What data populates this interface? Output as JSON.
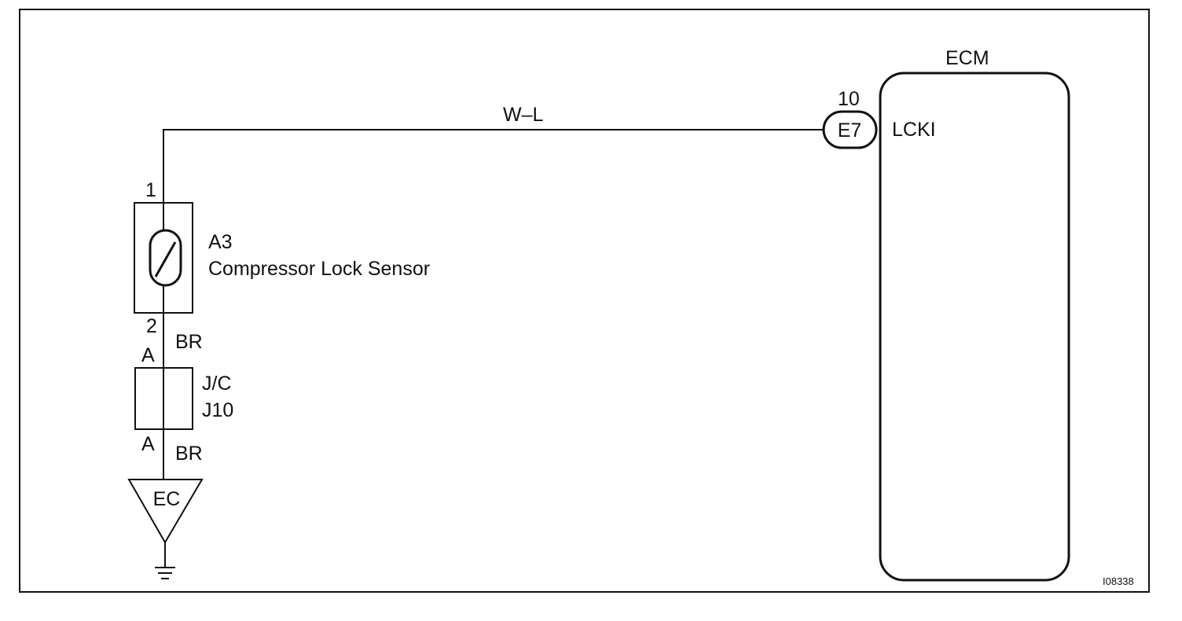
{
  "wire_top": {
    "color_code": "W–L"
  },
  "sensor": {
    "code": "A3",
    "name": "Compressor Lock Sensor",
    "pin_top": "1",
    "pin_bottom": "2"
  },
  "wire_sensor_jc": {
    "color_code": "BR"
  },
  "junction": {
    "type": "J/C",
    "code": "J10",
    "pin_top": "A",
    "pin_bottom": "A"
  },
  "wire_jc_ground": {
    "color_code": "BR"
  },
  "ground_point": {
    "code": "EC"
  },
  "ecm": {
    "title": "ECM",
    "connector": "E7",
    "pin": "10",
    "terminal": "LCKI"
  },
  "figure_id": "I08338"
}
